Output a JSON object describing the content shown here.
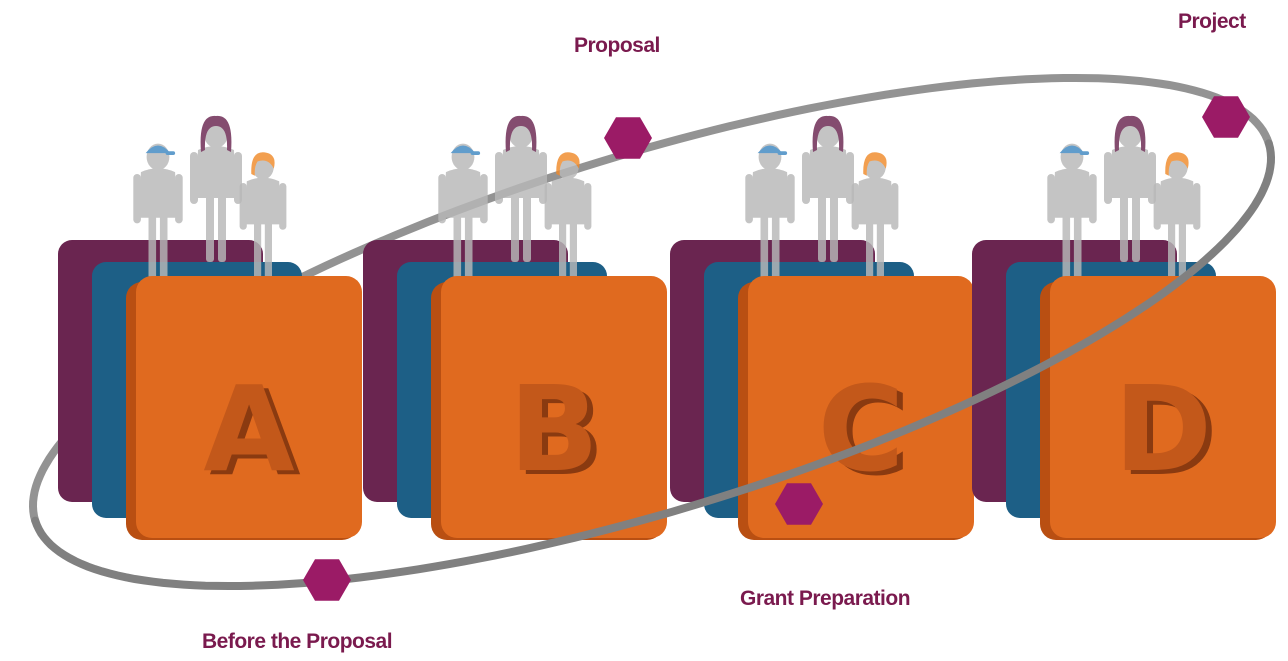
{
  "labels": {
    "proposal": "Proposal",
    "project": "Project",
    "grant_preparation": "Grant Preparation",
    "before_the_proposal": "Before the Proposal"
  },
  "blocks": [
    {
      "letter": "A"
    },
    {
      "letter": "B"
    },
    {
      "letter": "C"
    },
    {
      "letter": "D"
    }
  ],
  "colors": {
    "label_text": "#7a1a4e",
    "hexagon": "#9b1b66",
    "orbit": "#808080",
    "front_card": "#e06a1f",
    "front_card_side": "#b94f12",
    "letter_face": "#c3581a",
    "letter_shadow": "#8a3a10",
    "middle_card": "#1d5f86",
    "back_card": "#6a2550",
    "person_body": "#b8b8b8",
    "cap_blue": "#3f88c2",
    "hair_purple": "#6a2550",
    "hair_orange": "#f08a2a"
  },
  "icons": [
    "person-icon",
    "hexagon-marker-icon"
  ]
}
